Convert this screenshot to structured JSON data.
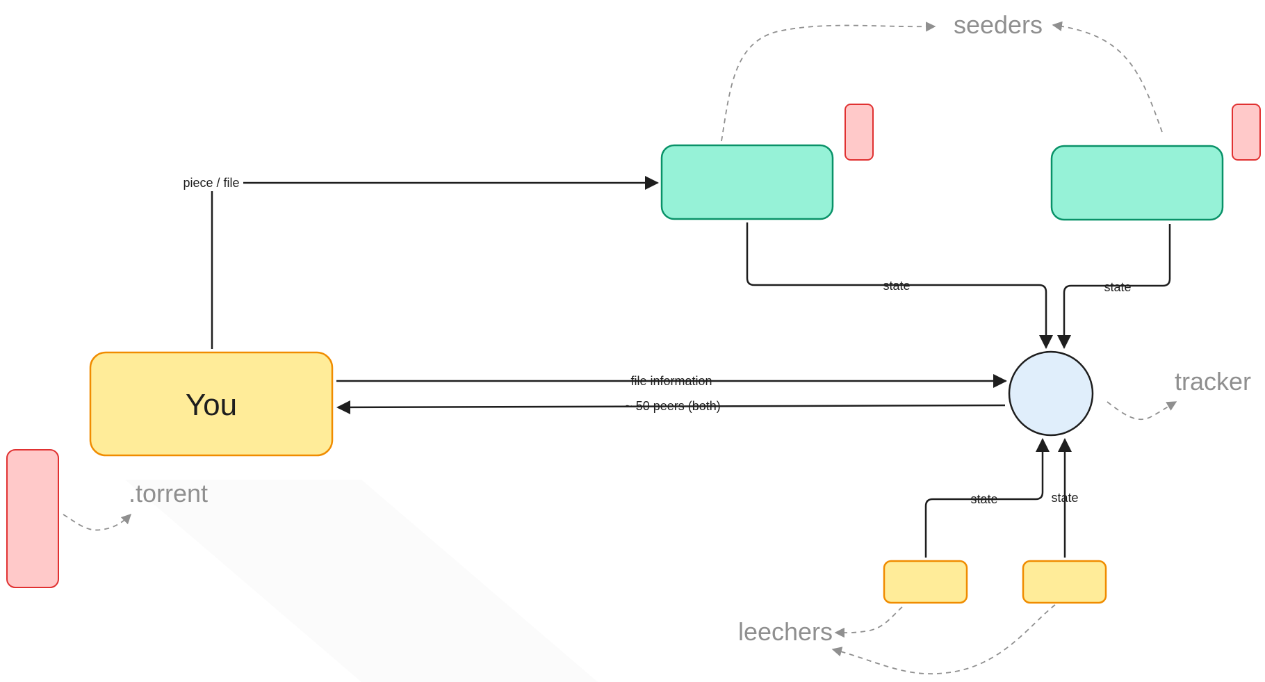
{
  "nodes": {
    "you": {
      "label": "You"
    },
    "tracker": {
      "label": ""
    }
  },
  "edges": {
    "piece_file": "piece / file",
    "file_information": "file information",
    "peers_both": "~ 50 peers (both)",
    "state_seeder_1": "state",
    "state_seeder_2": "state",
    "state_leecher_1": "state",
    "state_leecher_2": "state"
  },
  "annotations": {
    "seeders": "seeders",
    "tracker": "tracker",
    "torrent": ".torrent",
    "leechers": "leechers"
  },
  "colors": {
    "you_fill": "#ffec99",
    "you_stroke": "#f08c00",
    "seeder_fill": "#96f2d7",
    "seeder_stroke": "#099268",
    "leecher_fill": "#ffec99",
    "leecher_stroke": "#f08c00",
    "file_fill": "#ffc9c9",
    "file_stroke": "#e03131",
    "tracker_fill": "#e0eefb",
    "line": "#1e1e1e",
    "annotation": "#8f8f8f"
  }
}
